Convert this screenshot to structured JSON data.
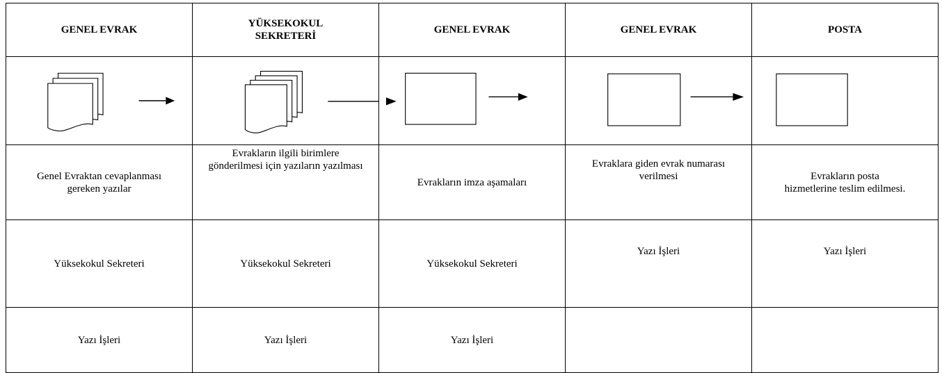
{
  "headers": [
    {
      "label": "GENEL EVRAK"
    },
    {
      "label": "YÜKSEKOKUL SEKRETERİ"
    },
    {
      "label": "GENEL EVRAK"
    },
    {
      "label": "GENEL EVRAK"
    },
    {
      "label": "POSTA"
    }
  ],
  "flow_symbols": [
    "multi-document-symbol",
    "multi-document-symbol",
    "process-box-symbol",
    "process-box-symbol",
    "process-box-symbol"
  ],
  "descriptions": [
    "Genel Evraktan cevaplanması gereken yazılar",
    "Evrakların ilgili birimlere gönderilmesi için yazıların yazılması",
    "Evrakların imza aşamaları",
    "Evraklara giden evrak numarası verilmesi",
    "Evrakların posta hizmetlerine teslim edilmesi."
  ],
  "responsible_row_1": [
    "Yüksekokul Sekreteri",
    "Yüksekokul Sekreteri",
    "Yüksekokul Sekreteri",
    "Yazı İşleri",
    "Yazı İşleri"
  ],
  "responsible_row_2": [
    "Yazı İşleri",
    "Yazı İşleri",
    "Yazı İşleri",
    "",
    ""
  ]
}
